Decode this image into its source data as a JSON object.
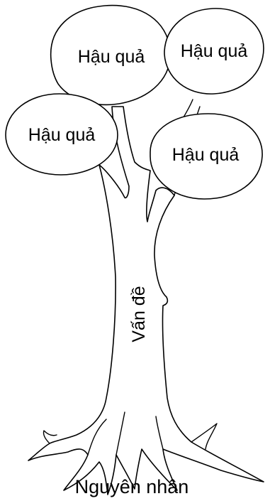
{
  "diagram": {
    "consequences": [
      {
        "label": "Hậu quả"
      },
      {
        "label": "Hậu quả"
      },
      {
        "label": "Hậu quả"
      },
      {
        "label": "Hậu quả"
      }
    ],
    "trunk_label": "Vấn đề",
    "roots_label": "Nguyên nhân"
  }
}
